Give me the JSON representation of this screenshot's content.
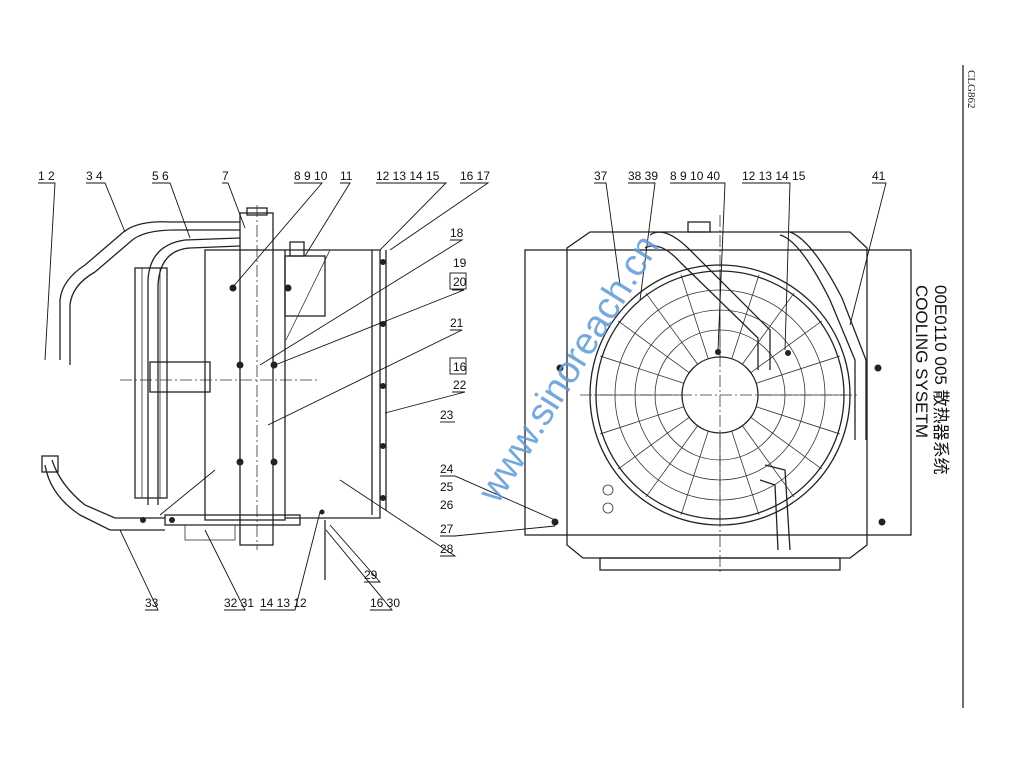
{
  "drawing": {
    "code": "CLG862",
    "part_number_title": "00E0110 005 散热器系统",
    "english_title": "COOLING SYSETM",
    "watermark": "www.sinoreach.cn"
  },
  "side_view_labels": {
    "l1": "1 2",
    "l2": "3 4",
    "l3": "5 6",
    "l4": "7",
    "l5": "8 9 10",
    "l6": "11",
    "l7": "12 13 14 15",
    "l8": "16 17",
    "l9": "18",
    "l10": "19",
    "l11": "20",
    "l12": "21",
    "l13": "16",
    "l14": "22",
    "l15": "23",
    "l16": "24",
    "l17": "25",
    "l18": "26",
    "l19": "27",
    "l20": "28",
    "l21": "29",
    "l22": "16 30",
    "l23": "14 13 12",
    "l24": "32 31",
    "l25": "33"
  },
  "front_view_labels": {
    "r1": "37",
    "r2": "38 39",
    "r3": "8 9 10 40",
    "r4": "12 13 14 15",
    "r5": "41"
  }
}
